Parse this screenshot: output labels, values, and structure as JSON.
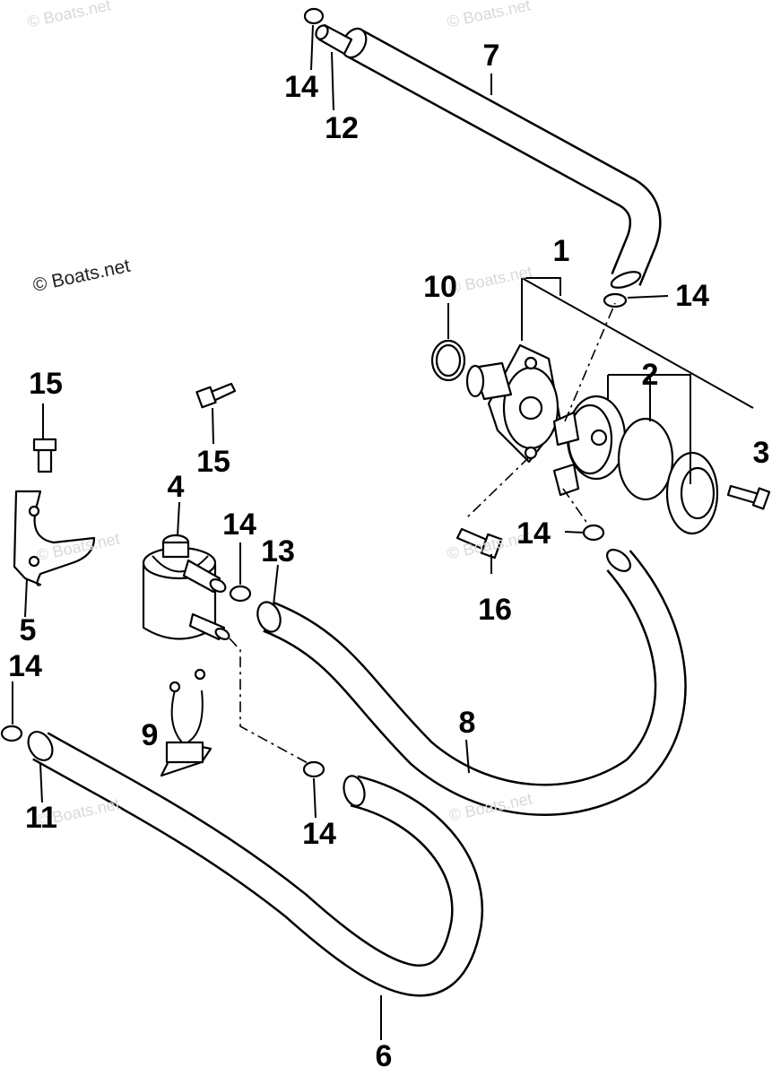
{
  "watermarks": {
    "main": "© Boats.net",
    "faint": "© Boats.net"
  },
  "callouts": [
    {
      "id": "c1",
      "label": "1"
    },
    {
      "id": "c2",
      "label": "2"
    },
    {
      "id": "c3",
      "label": "3"
    },
    {
      "id": "c4",
      "label": "4"
    },
    {
      "id": "c5",
      "label": "5"
    },
    {
      "id": "c6",
      "label": "6"
    },
    {
      "id": "c7",
      "label": "7"
    },
    {
      "id": "c8",
      "label": "8"
    },
    {
      "id": "c9",
      "label": "9"
    },
    {
      "id": "c10",
      "label": "10"
    },
    {
      "id": "c11",
      "label": "11"
    },
    {
      "id": "c12",
      "label": "12"
    },
    {
      "id": "c13",
      "label": "13"
    },
    {
      "id": "c14a",
      "label": "14"
    },
    {
      "id": "c14b",
      "label": "14"
    },
    {
      "id": "c14c",
      "label": "14"
    },
    {
      "id": "c14d",
      "label": "14"
    },
    {
      "id": "c14e",
      "label": "14"
    },
    {
      "id": "c14f",
      "label": "14"
    },
    {
      "id": "c15a",
      "label": "15"
    },
    {
      "id": "c15b",
      "label": "15"
    },
    {
      "id": "c16",
      "label": "16"
    }
  ]
}
